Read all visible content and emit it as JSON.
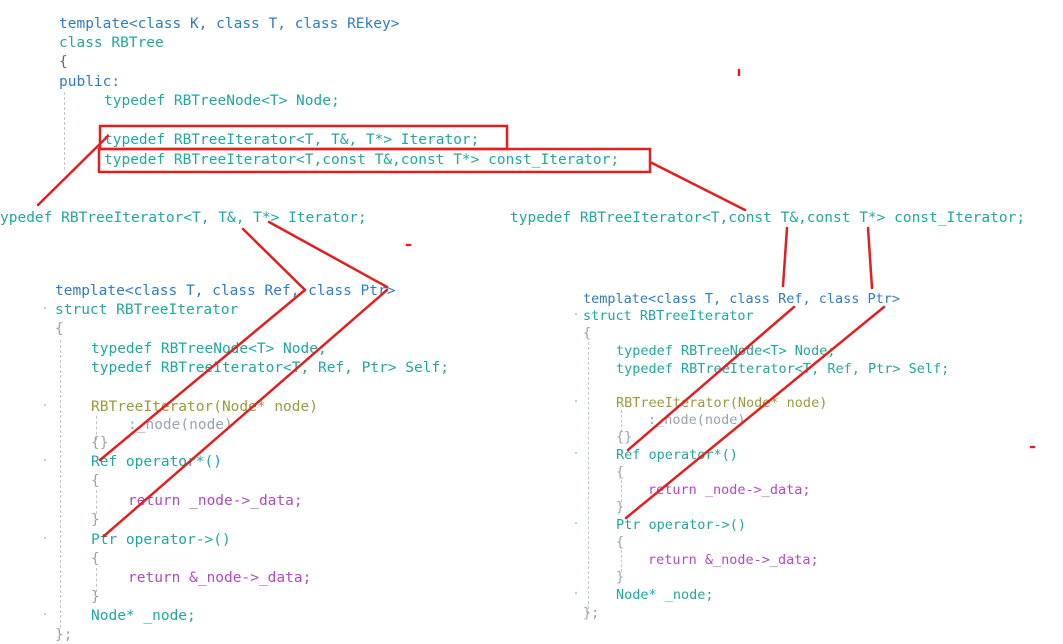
{
  "top": {
    "lines": [
      "template<class K, class T, class REkey>",
      "class RBTree",
      "{",
      "public:",
      "typedef RBTreeNode<T> Node;",
      "typedef RBTreeIterator<T, T&, T*> Iterator;",
      "typedef RBTreeIterator<T,const T&,const T*> const_Iterator;"
    ]
  },
  "middle": {
    "left": "ypedef RBTreeIterator<T, T&, T*> Iterator;",
    "right": "typedef RBTreeIterator<T,const T&,const T*> const_Iterator;"
  },
  "left_struct": {
    "lines": [
      "template<class T, class Ref, class Ptr>",
      "struct RBTreeIterator",
      "{",
      "typedef RBTreeNode<T> Node;",
      "typedef RBTreeIterator<T, Ref, Ptr> Self;",
      "RBTreeIterator(Node* node)",
      ":_node(node)",
      "{}",
      "Ref operator*()",
      "{",
      "return _node->_data;",
      "}",
      "Ptr operator->()",
      "{",
      "return &_node->_data;",
      "}",
      "Node* _node;",
      "};"
    ]
  },
  "right_struct": {
    "lines": [
      "template<class T, class Ref, class Ptr>",
      "struct RBTreeIterator",
      "{",
      "typedef RBTreeNode<T> Node;",
      "typedef RBTreeIterator<T, Ref, Ptr> Self;",
      "RBTreeIterator(Node* node)",
      ":_node(node)",
      "{}",
      "Ref operator*()",
      "{",
      "return _node->_data;",
      "}",
      "Ptr operator->()",
      "{",
      "return &_node->_data;",
      "}",
      "Node* _node;",
      "};"
    ]
  },
  "colors": {
    "keyword": "#2f7bc4",
    "type": "#1fa7a1",
    "annotation": "#e02020"
  }
}
